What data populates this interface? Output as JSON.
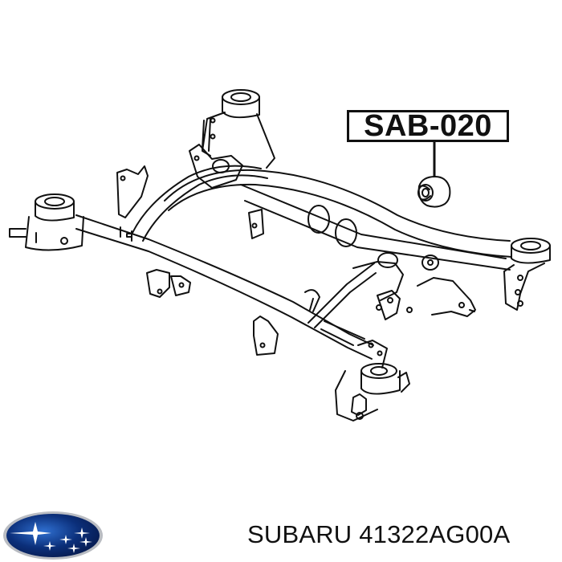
{
  "diagram": {
    "subject": "rear subframe / crossmember assembly line drawing",
    "callout": {
      "label": "SAB-020",
      "target": "bushing"
    }
  },
  "footer": {
    "brand_logo": "subaru-logo",
    "caption": "SUBARU 41322AG00A"
  },
  "colors": {
    "line": "#111111",
    "background": "#ffffff",
    "logo_blue": "#0b2f7a",
    "logo_rim": "#b9bcc2"
  }
}
